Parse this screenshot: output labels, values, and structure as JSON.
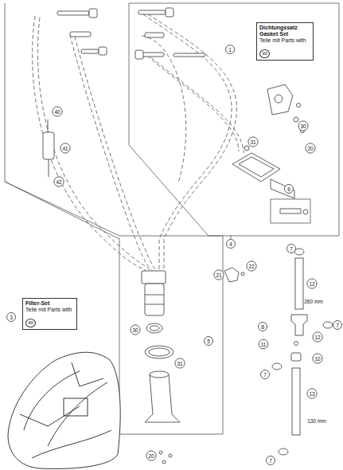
{
  "diagram": {
    "nodes": [
      {
        "text": [
          "Dichtungssatz Gasket Set",
          "Teile mit Parts with",
          "30"
        ]
      },
      {
        "text": [
          "Filter-Set",
          "Teile mit Parts with",
          "40"
        ]
      }
    ],
    "edges": [],
    "labels": [
      "1",
      "30",
      "20",
      "31",
      "6",
      "4",
      "7",
      "12",
      "260 mm",
      "8",
      "7",
      "11",
      "12",
      "10",
      "7",
      "13",
      "130 mm",
      "7",
      "21",
      "22",
      "5",
      "30",
      "31",
      "3",
      "40",
      "41",
      "42",
      "20"
    ]
  }
}
